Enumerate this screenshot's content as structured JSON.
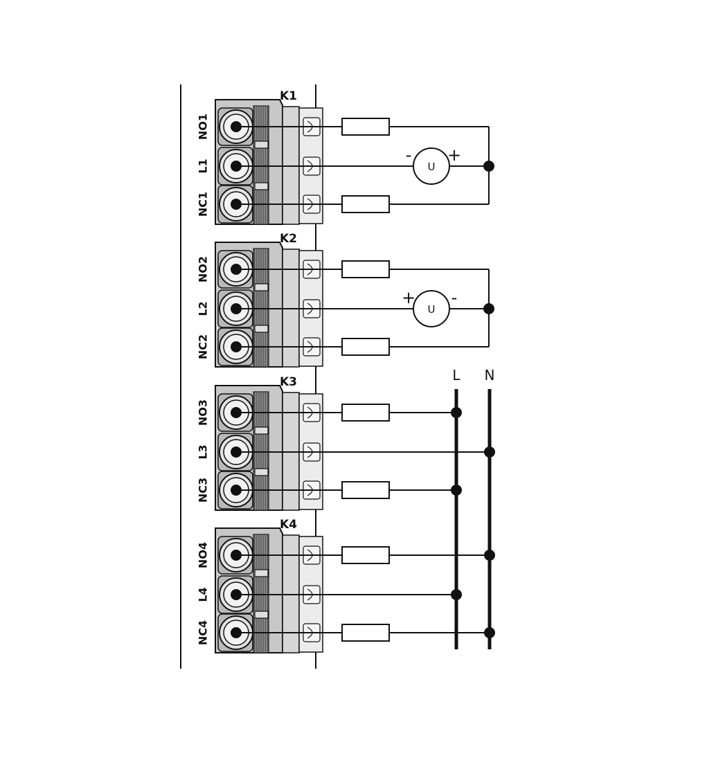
{
  "diagram": {
    "blocks": [
      {
        "name": "K1",
        "terminals": [
          "NO1",
          "L1",
          "NC1"
        ],
        "connection": {
          "type": "meter",
          "meter_label": "U",
          "polarity_left": "-",
          "polarity_right": "+"
        }
      },
      {
        "name": "K2",
        "terminals": [
          "NO2",
          "L2",
          "NC2"
        ],
        "connection": {
          "type": "meter",
          "meter_label": "U",
          "polarity_left": "+",
          "polarity_right": "-"
        }
      },
      {
        "name": "K3",
        "terminals": [
          "NO3",
          "L3",
          "NC3"
        ],
        "connection": {
          "type": "mains",
          "loads": [
            true,
            false,
            true
          ],
          "bus": [
            "L",
            "N",
            "L"
          ]
        }
      },
      {
        "name": "K4",
        "terminals": [
          "NO4",
          "L4",
          "NC4"
        ],
        "connection": {
          "type": "mains",
          "loads": [
            true,
            false,
            true
          ],
          "bus": [
            "N",
            "L",
            "N"
          ]
        }
      }
    ],
    "bus_labels": {
      "line": "L",
      "neutral": "N"
    }
  },
  "colors": {
    "line": "#111111",
    "terminal_body": "#c8c8c8",
    "terminal_shade": "#a8a8a8",
    "background": "#ffffff"
  }
}
